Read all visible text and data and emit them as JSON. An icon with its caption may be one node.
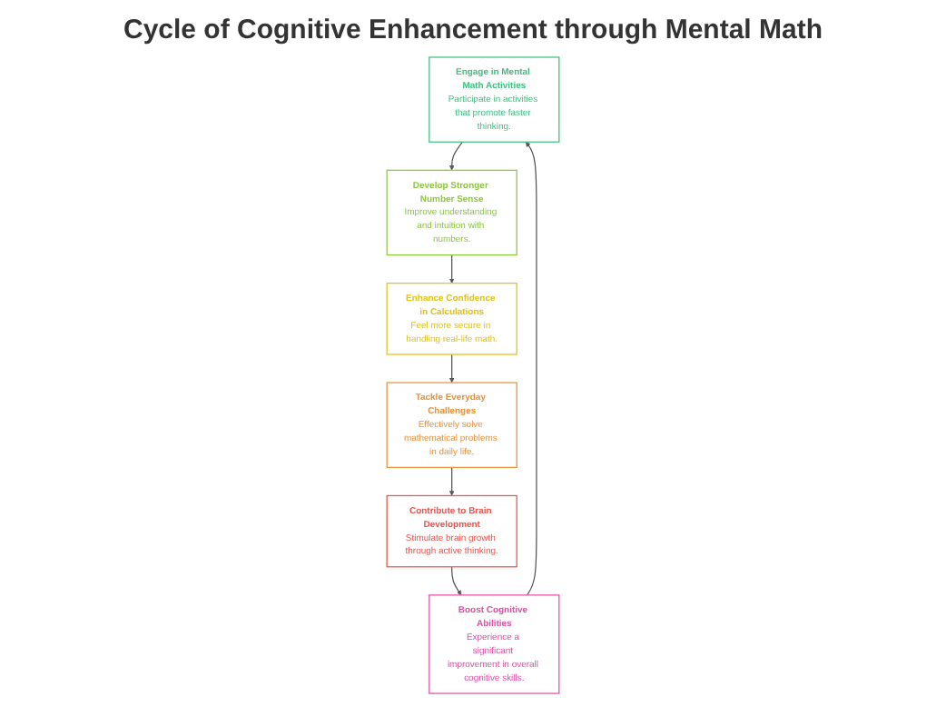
{
  "diagram": {
    "title": "Cycle of Cognitive Enhancement through Mental Math",
    "nodes": [
      {
        "text": [
          "Engage in Mental Math Activities",
          "Participate in activities that promote faster thinking."
        ]
      },
      {
        "text": [
          "Develop Stronger Number Sense",
          "Improve understanding and intuition with numbers."
        ]
      },
      {
        "text": [
          "Enhance Confidence in Calculations",
          "Feel more secure in handling real-life math."
        ]
      },
      {
        "text": [
          "Tackle Everyday Challenges",
          "Effectively solve mathematical problems in daily life."
        ]
      },
      {
        "text": [
          "Contribute to Brain Development",
          "Stimulate brain growth through active thinking."
        ]
      },
      {
        "text": [
          "Boost Cognitive Abilities",
          "Experience a significant improvement in overall cognitive skills."
        ]
      }
    ],
    "edges": [
      {
        "from": 0,
        "to": 1,
        "arrow": "to"
      },
      {
        "from": 1,
        "to": 2,
        "arrow": "to"
      },
      {
        "from": 2,
        "to": 3,
        "arrow": "to"
      },
      {
        "from": 3,
        "to": 4,
        "arrow": "to"
      },
      {
        "from": 4,
        "to": 5,
        "arrow": "to"
      },
      {
        "from": 5,
        "to": 0,
        "arrow": "to"
      }
    ]
  }
}
